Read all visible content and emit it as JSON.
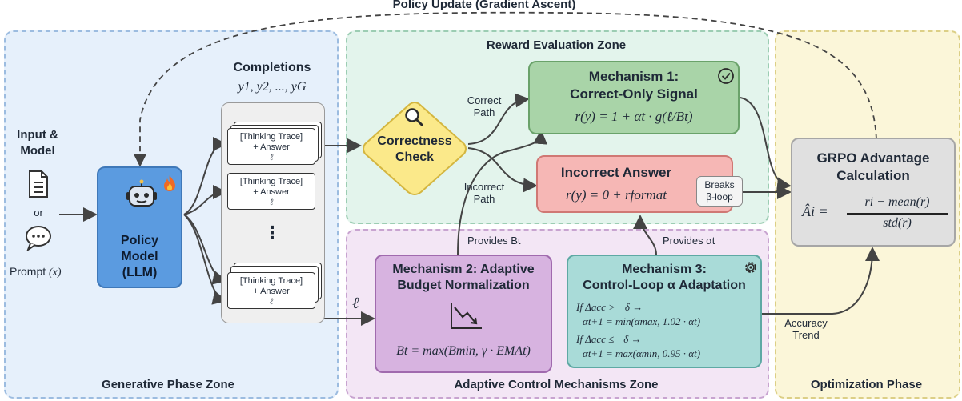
{
  "top_label": "Policy Update (Gradient Ascent)",
  "zones": {
    "generative": "Generative Phase Zone",
    "reward": "Reward Evaluation Zone",
    "adaptive": "Adaptive Control Mechanisms Zone",
    "optimization": "Optimization Phase"
  },
  "input": {
    "title_line1": "Input &",
    "title_line2": "Model",
    "or": "or",
    "prompt": "Prompt",
    "prompt_var": "(x)"
  },
  "policy": {
    "line1": "Policy",
    "line2": "Model",
    "line3": "(LLM)"
  },
  "completions": {
    "title": "Completions",
    "subtitle": "y1, y2, ..., yG",
    "card_line1": "[Thinking Trace]",
    "card_line2": "+ Answer",
    "card_length": "ℓ",
    "ellipsis": "⋮"
  },
  "correctness": {
    "line1": "Correctness",
    "line2": "Check"
  },
  "paths": {
    "correct_line1": "Correct",
    "correct_line2": "Path",
    "incorrect_line1": "Incorrect",
    "incorrect_line2": "Path"
  },
  "mech1": {
    "line1": "Mechanism 1:",
    "line2": "Correct-Only Signal",
    "formula": "r(y) = 1 + αt · g(ℓ/Bt)"
  },
  "incorrect": {
    "title": "Incorrect Answer",
    "formula": "r(y) = 0 + rformat",
    "breaks_line1": "Breaks",
    "breaks_line2": "β-loop"
  },
  "grpo": {
    "line1": "GRPO Advantage",
    "line2": "Calculation",
    "lhs": "Âi =",
    "numerator": "ri − mean(r)",
    "denominator": "std(r)"
  },
  "mech2": {
    "line1": "Mechanism 2: Adaptive",
    "line2": "Budget Normalization",
    "formula": "Bt = max(Bmin, γ · EMAt)"
  },
  "mech3": {
    "line1": "Mechanism 3:",
    "line2": "Control-Loop α Adaptation",
    "cond1": "If Δacc > −δ →",
    "upd1": "αt+1 = min(αmax, 1.02 · αt)",
    "cond2": "If Δacc ≤ −δ →",
    "upd2": "αt+1 = max(αmin, 0.95 · αt)"
  },
  "labels": {
    "provides_b": "Provides Bt",
    "provides_a": "Provides αt",
    "ell": "ℓ",
    "accuracy_line1": "Accuracy",
    "accuracy_line2": "Trend"
  },
  "colors": {
    "generative_zone": "#e6f0fb",
    "reward_zone": "#e3f4ec",
    "adaptive_zone": "#f3e6f5",
    "optimization_zone": "#fbf6d9",
    "policy_box": "#5b9be0",
    "correctness": "#fbe98a",
    "mech1": "#a9d4a8",
    "incorrect": "#f6b7b5",
    "grpo": "#e0e0e0",
    "mech2": "#d7b3e0",
    "mech3": "#a9dbd8"
  },
  "icons": [
    "document-icon",
    "chat-icon",
    "robot-icon",
    "fire-icon",
    "magnifier-icon",
    "check-circle-icon",
    "gear-icon",
    "trend-down-icon"
  ]
}
